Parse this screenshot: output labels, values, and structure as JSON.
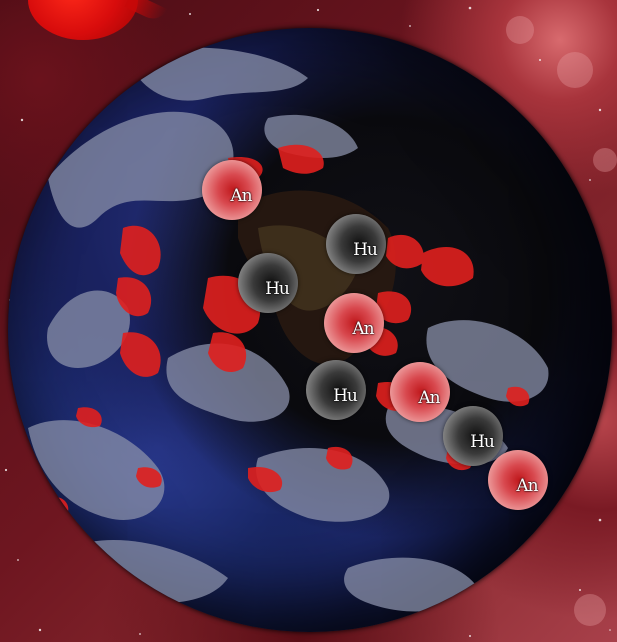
{
  "scene": {
    "colors": {
      "space_background": "#6e1620",
      "planet_red": "#d80c0c",
      "earth_ocean": "#1a2868",
      "earth_cloud": "#9aa0b8",
      "earth_red_land": "#e0201e",
      "android_token": "#d8484e",
      "human_token": "#3a3a3a"
    }
  },
  "tokens": [
    {
      "label": "An",
      "kind": "android"
    },
    {
      "label": "Hu",
      "kind": "human"
    },
    {
      "label": "Hu",
      "kind": "human"
    },
    {
      "label": "An",
      "kind": "android"
    },
    {
      "label": "Hu",
      "kind": "human"
    },
    {
      "label": "An",
      "kind": "android"
    },
    {
      "label": "Hu",
      "kind": "human"
    },
    {
      "label": "An",
      "kind": "android"
    }
  ]
}
